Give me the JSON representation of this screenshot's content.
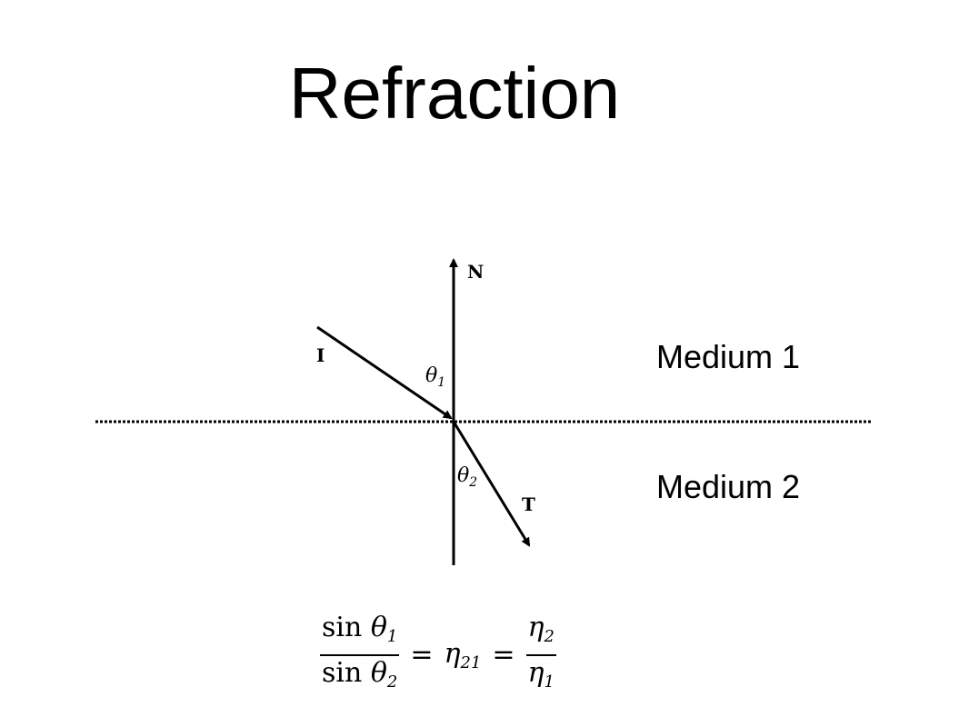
{
  "title": "Refraction",
  "media": {
    "upper": "Medium 1",
    "lower": "Medium 2"
  },
  "rays": {
    "normal": "N",
    "incident": "I",
    "transmitted": "T"
  },
  "angles": {
    "incidence_symbol": "θ",
    "incidence_subscript": "1",
    "refraction_symbol": "θ",
    "refraction_subscript": "2"
  },
  "formula": {
    "func": "sin",
    "theta": "θ",
    "eta": "η",
    "sub1": "1",
    "sub2": "2",
    "sub21": "21",
    "equals": "="
  },
  "colors": {
    "line": "#000000",
    "background": "#ffffff"
  }
}
